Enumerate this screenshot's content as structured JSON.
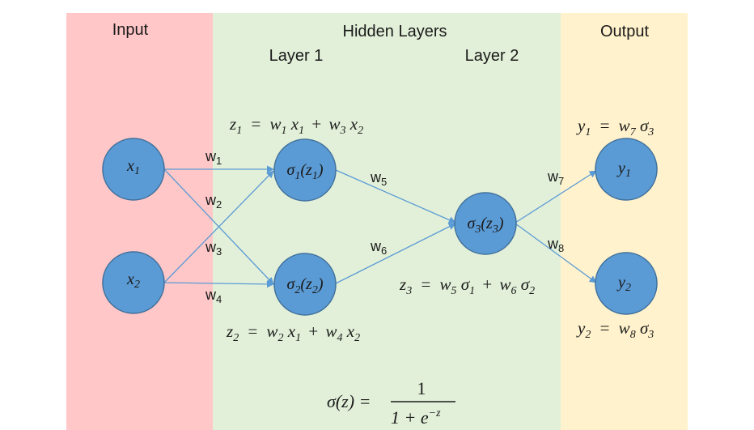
{
  "colors": {
    "input_band": "#ffc7c7",
    "hidden_band": "#e2f0d9",
    "output_band": "#fff2cc",
    "node_fill": "#5b9bd5",
    "node_stroke": "#41719c",
    "edge": "#5b9bd5"
  },
  "headers": {
    "input": "Input",
    "hidden": "Hidden Layers",
    "output": "Output",
    "layer1": "Layer 1",
    "layer2": "Layer 2"
  },
  "nodes": {
    "x1": {
      "base": "x",
      "sub": "1"
    },
    "x2": {
      "base": "x",
      "sub": "2"
    },
    "h1": {
      "base": "σ",
      "sub": "1",
      "arg": "z",
      "argsub": "1"
    },
    "h2": {
      "base": "σ",
      "sub": "2",
      "arg": "z",
      "argsub": "2"
    },
    "h3": {
      "base": "σ",
      "sub": "3",
      "arg": "z",
      "argsub": "3"
    },
    "y1": {
      "base": "y",
      "sub": "1"
    },
    "y2": {
      "base": "y",
      "sub": "2"
    }
  },
  "weights": {
    "w1": {
      "base": "w",
      "sub": "1"
    },
    "w2": {
      "base": "w",
      "sub": "2"
    },
    "w3": {
      "base": "w",
      "sub": "3"
    },
    "w4": {
      "base": "w",
      "sub": "4"
    },
    "w5": {
      "base": "w",
      "sub": "5"
    },
    "w6": {
      "base": "w",
      "sub": "6"
    },
    "w7": {
      "base": "w",
      "sub": "7"
    },
    "w8": {
      "base": "w",
      "sub": "8"
    }
  },
  "equations": {
    "z1": {
      "lhs": "z",
      "lhs_sub": "1",
      "eq": "=",
      "t1w": "w",
      "t1ws": "1",
      "t1x": "x",
      "t1xs": "1",
      "plus": "+",
      "t2w": "w",
      "t2ws": "3",
      "t2x": "x",
      "t2xs": "2"
    },
    "z2": {
      "lhs": "z",
      "lhs_sub": "2",
      "eq": "=",
      "t1w": "w",
      "t1ws": "2",
      "t1x": "x",
      "t1xs": "1",
      "plus": "+",
      "t2w": "w",
      "t2ws": "4",
      "t2x": "x",
      "t2xs": "2"
    },
    "z3": {
      "lhs": "z",
      "lhs_sub": "3",
      "eq": "=",
      "t1w": "w",
      "t1ws": "5",
      "t1x": "σ",
      "t1xs": "1",
      "plus": "+",
      "t2w": "w",
      "t2ws": "6",
      "t2x": "σ",
      "t2xs": "2"
    },
    "y1": {
      "lhs": "y",
      "lhs_sub": "1",
      "eq": "=",
      "w": "w",
      "ws": "7",
      "s": "σ",
      "ss": "3"
    },
    "y2": {
      "lhs": "y",
      "lhs_sub": "2",
      "eq": "=",
      "w": "w",
      "ws": "8",
      "s": "σ",
      "ss": "3"
    },
    "sigmoid": {
      "lhs": "σ(z) =",
      "numerator": "1",
      "denominator": "1 + e",
      "exponent": "−z"
    }
  }
}
